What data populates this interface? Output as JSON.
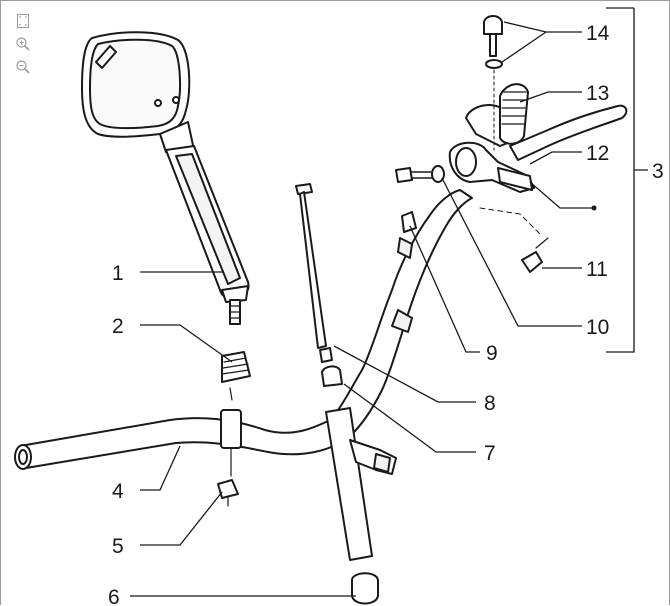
{
  "viewer": {
    "tools": [
      {
        "name": "fit-page-icon"
      },
      {
        "name": "zoom-in-icon"
      },
      {
        "name": "zoom-out-icon"
      }
    ]
  },
  "callouts": {
    "n1": "1",
    "n2": "2",
    "n3": "3",
    "n4": "4",
    "n5": "5",
    "n6": "6",
    "n7": "7",
    "n8": "8",
    "n9": "9",
    "n10": "10",
    "n11": "11",
    "n12": "12",
    "n13": "13",
    "n14": "14"
  },
  "colors": {
    "line": "#1a1a1a",
    "fill": "#ffffff",
    "shade": "#cfcfcf"
  }
}
